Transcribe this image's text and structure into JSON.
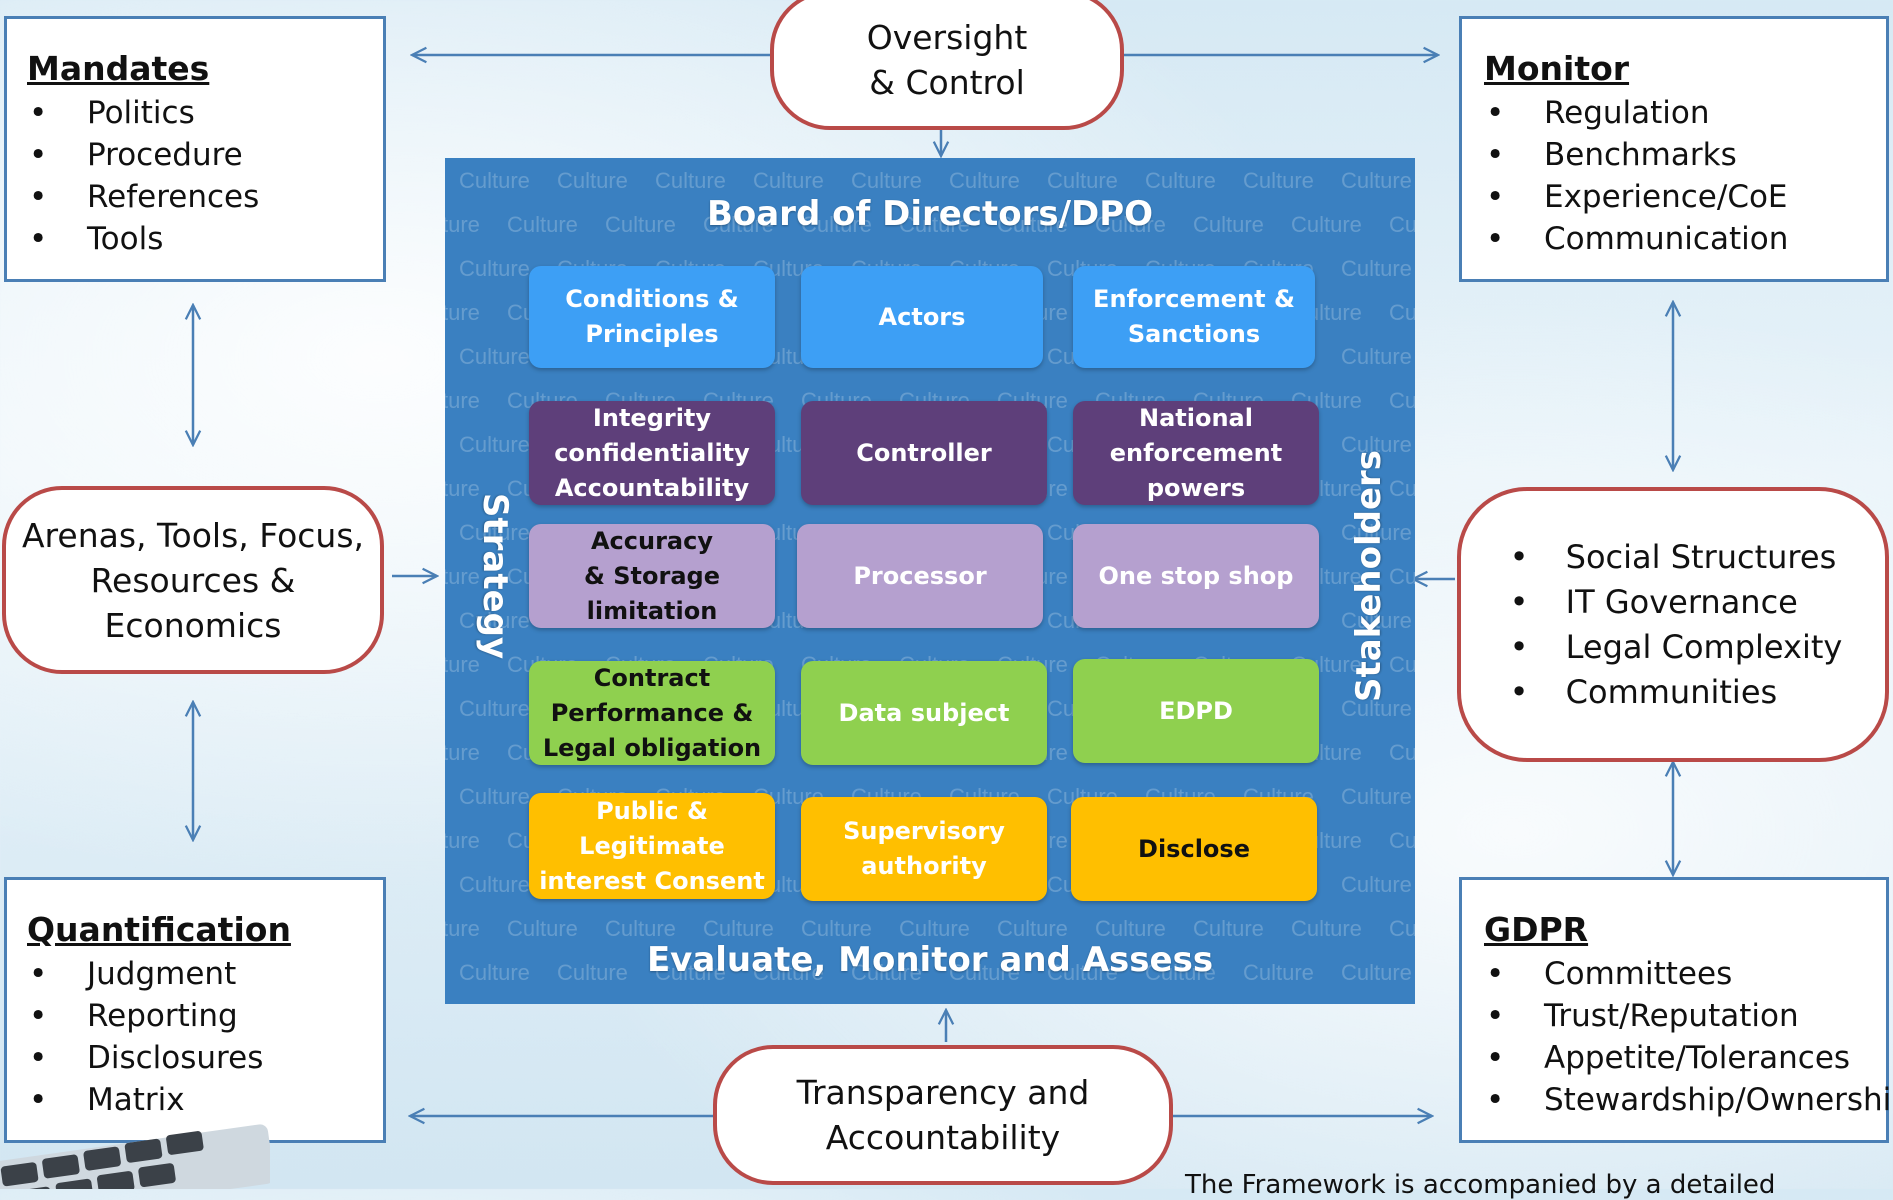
{
  "mandates": {
    "title": "Mandates",
    "items": [
      "Politics",
      "Procedure",
      "References",
      "Tools"
    ]
  },
  "monitor": {
    "title": "Monitor",
    "items": [
      "Regulation",
      "Benchmarks",
      "Experience/CoE",
      "Communication"
    ]
  },
  "quantification": {
    "title": "Quantification",
    "items": [
      "Judgment",
      "Reporting",
      "Disclosures",
      "Matrix"
    ]
  },
  "gdpr": {
    "title": "GDPR",
    "items": [
      "Committees",
      "Trust/Reputation",
      "Appetite/Tolerances",
      "Stewardship/Ownership"
    ]
  },
  "oversight": {
    "line1": "Oversight",
    "line2": "& Control"
  },
  "transparency": {
    "line1": "Transparency and",
    "line2": "Accountability"
  },
  "arenas": {
    "line1": "Arenas, Tools, Focus,",
    "line2": "Resources &",
    "line3": "Economics"
  },
  "social": {
    "items": [
      "Social Structures",
      "IT Governance",
      "Legal Complexity",
      "Communities"
    ]
  },
  "center": {
    "top_title": "Board of Directors/DPO",
    "bottom_title": "Evaluate, Monitor and Assess",
    "left_label": "Strategy",
    "right_label": "Stakeholders",
    "watermark_word": "Culture",
    "tiles": [
      [
        "Conditions &\nPrinciples",
        "Actors",
        "Enforcement &\nSanctions"
      ],
      [
        "Integrity\nconfidentiality\nAccountability",
        "Controller",
        "National\nenforcement\npowers"
      ],
      [
        "Accuracy\n& Storage\nlimitation",
        "Processor",
        "One stop shop"
      ],
      [
        "Contract\nPerformance &\nLegal obligation",
        "Data subject",
        "EDPD"
      ],
      [
        "Public &\nLegitimate\ninterest Consent",
        "Supervisory\nauthority",
        "Disclose"
      ]
    ]
  },
  "footnote": "The Framework is accompanied by a detailed",
  "colors": {
    "box_border": "#4a7fb5",
    "pill_border": "#b94a48",
    "center_bg": "#3a80c1",
    "tile_blue": "#3d9ff5",
    "tile_purple": "#5e3f7a",
    "tile_lilac": "#b5a0cf",
    "tile_green": "#8fd04f",
    "tile_yellow": "#ffbf00"
  }
}
